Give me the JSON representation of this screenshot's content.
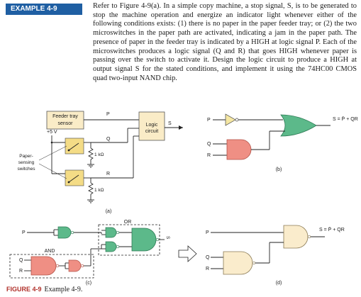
{
  "example": {
    "label": "EXAMPLE 4-9"
  },
  "problem": {
    "text": "Refer to Figure 4-9(a). In a simple copy machine, a stop signal, S, is to be generated to stop the machine operation and energize an indicator light whenever either of the following conditions exists: (1) there is no paper in the paper feeder tray; or (2) the two microswitches in the paper path are activated, indicating a jam in the paper path. The presence of paper in the feeder tray is indicated by a HIGH at logic signal P. Each of the microswitches produces a logic signal (Q and R) that goes HIGH whenever paper is passing over the switch to activate it. Design the logic circuit to produce a HIGH at output signal S for the stated conditions, and implement it using the 74HC00 CMOS quad two-input NAND chip."
  },
  "figure": {
    "caption_label": "FIGURE 4-9",
    "caption_text": "Example 4-9.",
    "panel_a": {
      "tag": "(a)",
      "feeder": "Feeder tray sensor",
      "logic": "Logic circuit",
      "supply": "+5 V",
      "switches": "Paper-sensing switches",
      "r1": "1 kΩ",
      "r2": "1 kΩ",
      "p": "P",
      "q": "Q",
      "r": "R",
      "s": "S"
    },
    "panel_b": {
      "tag": "(b)",
      "p": "P",
      "q": "Q",
      "r": "R",
      "out": "S = P̄ + QR"
    },
    "panel_c": {
      "tag": "(c)",
      "p": "P",
      "q": "Q",
      "r": "R",
      "s": "S",
      "or": "OR",
      "and": "AND"
    },
    "panel_d": {
      "tag": "(d)",
      "p": "P",
      "q": "Q",
      "r": "R",
      "out": "S = P̄ + QR"
    },
    "colors": {
      "or": "#5cb98a",
      "and": "#ef8f84",
      "inv": "#f5e7a3",
      "nand_d": "#faeccc",
      "block": "#faecc7",
      "badge": "#1f5fa3"
    }
  }
}
